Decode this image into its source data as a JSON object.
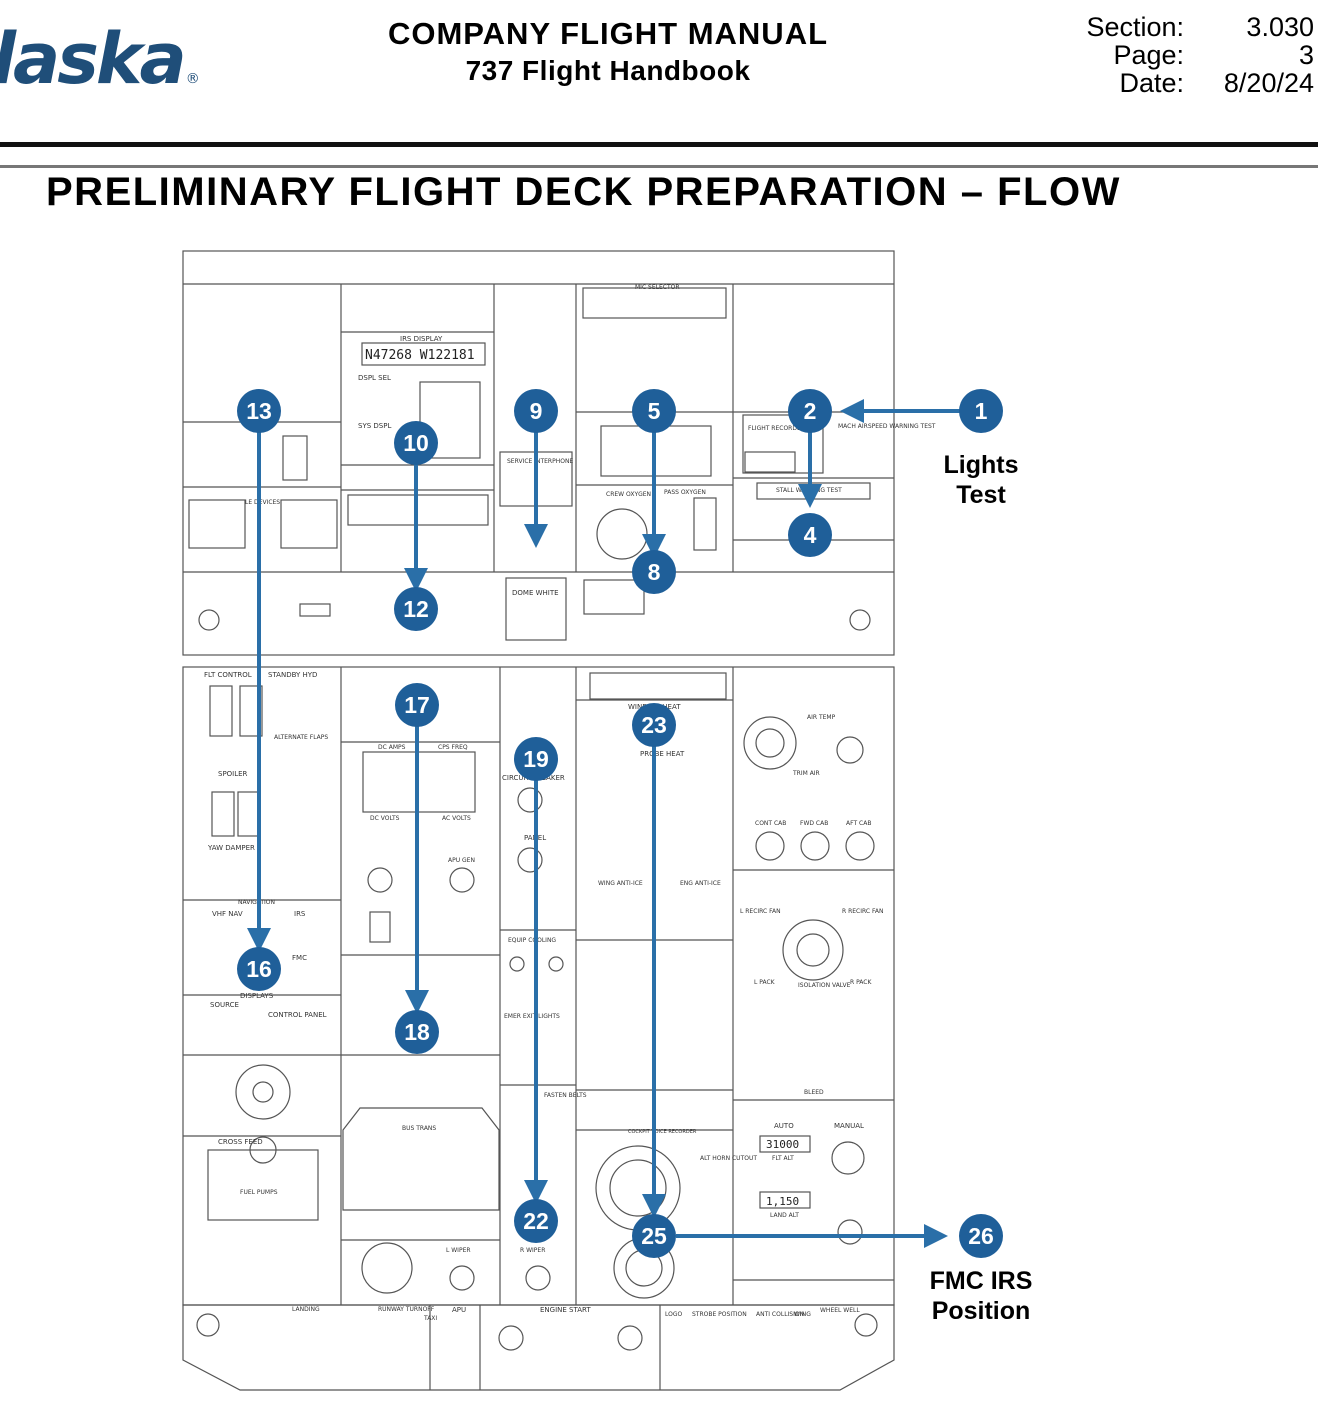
{
  "header": {
    "logo": "laska",
    "logo_mark": "®",
    "manual_title": "COMPANY FLIGHT MANUAL",
    "manual_subtitle": "737 Flight Handbook",
    "meta": [
      {
        "label": "Section:",
        "value": "3.030"
      },
      {
        "label": "Page:",
        "value": "3"
      },
      {
        "label": "Date:",
        "value": "8/20/24"
      }
    ]
  },
  "title": "PRELIMINARY FLIGHT DECK PREPARATION – FLOW",
  "steps": [
    {
      "num": "1"
    },
    {
      "num": "2"
    },
    {
      "num": "4"
    },
    {
      "num": "5"
    },
    {
      "num": "8"
    },
    {
      "num": "9"
    },
    {
      "num": "10"
    },
    {
      "num": "12"
    },
    {
      "num": "13"
    },
    {
      "num": "16"
    },
    {
      "num": "17"
    },
    {
      "num": "18"
    },
    {
      "num": "19"
    },
    {
      "num": "22"
    },
    {
      "num": "23"
    },
    {
      "num": "25"
    },
    {
      "num": "26"
    }
  ],
  "callouts": {
    "lights_test": [
      "Lights",
      "Test"
    ],
    "fmc_irs": [
      "FMC IRS",
      "Position"
    ]
  },
  "panel_labels": {
    "irs_display": "IRS DISPLAY",
    "irs_readout": "N47268 W122181",
    "dspl_sel": "DSPL SEL",
    "sys_dspl": "SYS DSPL",
    "mic_selector": "MIC SELECTOR",
    "flight_recorder": "FLIGHT RECORDER",
    "mach_airspeed": "MACH AIRSPEED WARNING TEST",
    "stall_warning": "STALL WARNING TEST",
    "service_interphone": "SERVICE INTERPHONE",
    "dome_white": "DOME WHITE",
    "crew_oxygen": "CREW OXYGEN",
    "pass_oxygen": "PASS OXYGEN",
    "le_devices": "LE DEVICES",
    "flt_control": "FLT CONTROL",
    "standby_hyd": "STANDBY HYD",
    "alternate_flaps": "ALTERNATE FLAPS",
    "spoiler": "SPOILER",
    "yaw_damper": "YAW DAMPER",
    "navigation": "NAVIGATION",
    "vhf_nav": "VHF NAV",
    "irs": "IRS",
    "fmc": "FMC",
    "displays": "DISPLAYS",
    "source": "SOURCE",
    "control_panel": "CONTROL PANEL",
    "dc_amps": "DC AMPS",
    "cps_freq": "CPS FREQ",
    "dc_volts": "DC VOLTS",
    "ac_volts": "AC VOLTS",
    "apu_gen": "APU GEN",
    "bus_trans": "BUS TRANS",
    "circuit_breaker": "CIRCUIT BREAKER",
    "panel": "PANEL",
    "equip_cooling": "EQUIP COOLING",
    "emer_exit_lights": "EMER EXIT LIGHTS",
    "fasten_belts": "FASTEN BELTS",
    "window_heat": "WINDOW HEAT",
    "probe_heat": "PROBE HEAT",
    "wing_anti_ice": "WING ANTI-ICE",
    "eng_anti_ice": "ENG ANTI-ICE",
    "air_temp": "AIR TEMP",
    "trim_air": "TRIM AIR",
    "cont_cab": "CONT CAB",
    "fwd_cab": "FWD CAB",
    "aft_cab": "AFT CAB",
    "l_recirc_fan": "L RECIRC FAN",
    "r_recirc_fan": "R RECIRC FAN",
    "isolation_valve": "ISOLATION VALVE",
    "l_pack": "L PACK",
    "r_pack": "R PACK",
    "bleed": "BLEED",
    "cockpit_voice_recorder": "COCKPIT VOICE RECORDER",
    "alt_horn_cutout": "ALT HORN CUTOUT",
    "auto": "AUTO",
    "manual": "MANUAL",
    "flt_alt": "FLT ALT",
    "flt_alt_value": "31000",
    "land_alt": "LAND ALT",
    "land_alt_value": "1,150",
    "cross_feed": "CROSS FEED",
    "fuel_pumps": "FUEL PUMPS",
    "l_wiper": "L WIPER",
    "r_wiper": "R WIPER",
    "landing": "LANDING",
    "runway_turnoff": "RUNWAY TURNOFF",
    "taxi": "TAXI",
    "apu": "APU",
    "engine_start": "ENGINE START",
    "logo_light": "LOGO",
    "strobe_position": "STROBE POSITION",
    "anti_collision": "ANTI COLLISION",
    "wing": "WING",
    "wheel_well": "WHEEL WELL"
  },
  "colors": {
    "accent": "#2a6fa8",
    "badge": "#1f5f99",
    "panel_line": "#555555",
    "logo": "#1f4e79"
  }
}
